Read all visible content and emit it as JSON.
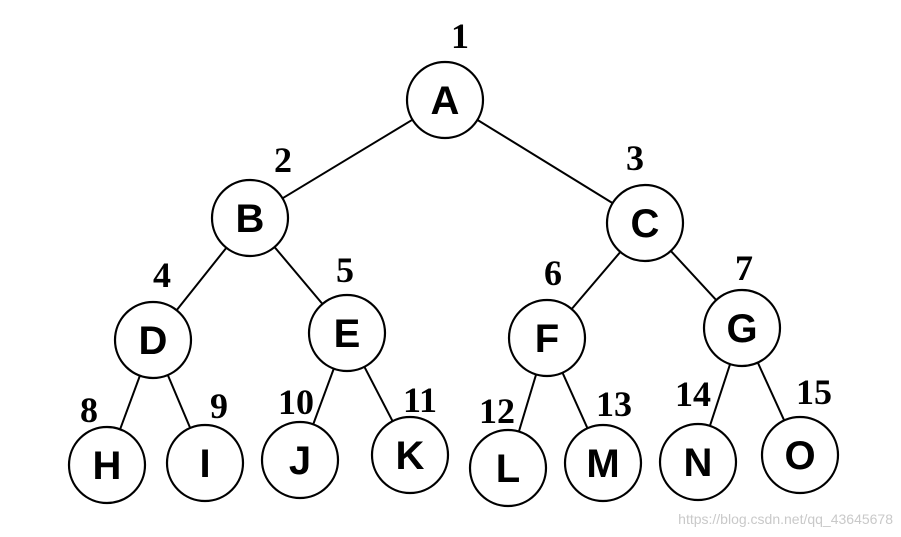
{
  "diagram": {
    "nodes": [
      {
        "id": "A",
        "label": "A",
        "index": "1"
      },
      {
        "id": "B",
        "label": "B",
        "index": "2"
      },
      {
        "id": "C",
        "label": "C",
        "index": "3"
      },
      {
        "id": "D",
        "label": "D",
        "index": "4"
      },
      {
        "id": "E",
        "label": "E",
        "index": "5"
      },
      {
        "id": "F",
        "label": "F",
        "index": "6"
      },
      {
        "id": "G",
        "label": "G",
        "index": "7"
      },
      {
        "id": "H",
        "label": "H",
        "index": "8"
      },
      {
        "id": "I",
        "label": "I",
        "index": "9"
      },
      {
        "id": "J",
        "label": "J",
        "index": "10"
      },
      {
        "id": "K",
        "label": "K",
        "index": "11"
      },
      {
        "id": "L",
        "label": "L",
        "index": "12"
      },
      {
        "id": "M",
        "label": "M",
        "index": "13"
      },
      {
        "id": "N",
        "label": "N",
        "index": "14"
      },
      {
        "id": "O",
        "label": "O",
        "index": "15"
      }
    ],
    "edges": [
      [
        "A",
        "B"
      ],
      [
        "A",
        "C"
      ],
      [
        "B",
        "D"
      ],
      [
        "B",
        "E"
      ],
      [
        "C",
        "F"
      ],
      [
        "C",
        "G"
      ],
      [
        "D",
        "H"
      ],
      [
        "D",
        "I"
      ],
      [
        "E",
        "J"
      ],
      [
        "E",
        "K"
      ],
      [
        "F",
        "L"
      ],
      [
        "F",
        "M"
      ],
      [
        "G",
        "N"
      ],
      [
        "G",
        "O"
      ]
    ]
  },
  "watermark": "https://blog.csdn.net/qq_43645678"
}
